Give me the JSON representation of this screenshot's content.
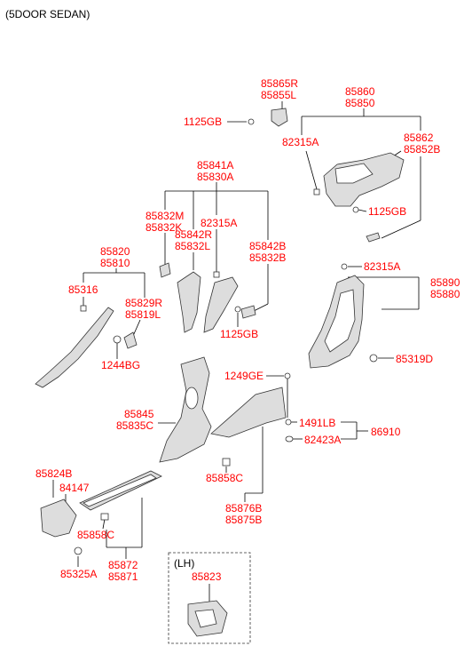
{
  "header": {
    "title": "(5DOOR SEDAN)"
  },
  "inset": {
    "title": "(LH)"
  },
  "labels": {
    "l85865R": "85865R",
    "l85855L": "85855L",
    "l1125GB_top": "1125GB",
    "l85860": "85860",
    "l85850": "85850",
    "l82315A_a": "82315A",
    "l85862": "85862",
    "l85852B": "85852B",
    "l1125GB_right": "1125GB",
    "l85841A": "85841A",
    "l85830A": "85830A",
    "l85832M": "85832M",
    "l85832K": "85832K",
    "l82315A_b": "82315A",
    "l85842R": "85842R",
    "l85832L": "85832L",
    "l85842B": "85842B",
    "l85832B": "85832B",
    "l85820": "85820",
    "l85810": "85810",
    "l85316": "85316",
    "l85829R": "85829R",
    "l85819L": "85819L",
    "l1125GB_mid": "1125GB",
    "l1244BG": "1244BG",
    "l82315A_c": "82315A",
    "l85890": "85890",
    "l85880": "85880",
    "l85319D": "85319D",
    "l1249GE": "1249GE",
    "l1491LB": "1491LB",
    "l86910": "86910",
    "l82423A": "82423A",
    "l85845": "85845",
    "l85835C": "85835C",
    "l85858C_a": "85858C",
    "l85876B": "85876B",
    "l85875B": "85875B",
    "l85824B": "85824B",
    "l84147": "84147",
    "l85858C_b": "85858C",
    "l85872": "85872",
    "l85871": "85871",
    "l85325A": "85325A",
    "l85823": "85823"
  }
}
